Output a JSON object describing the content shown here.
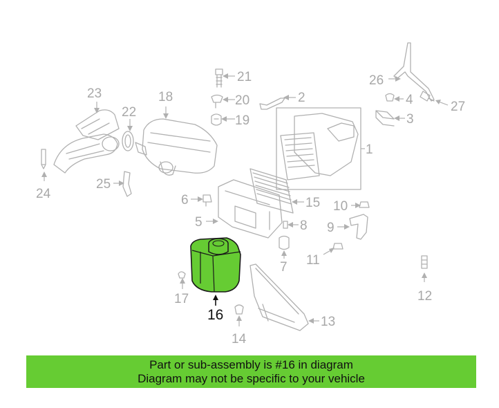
{
  "parts": [
    {
      "id": "p1",
      "label": "1"
    },
    {
      "id": "p2",
      "label": "2"
    },
    {
      "id": "p3",
      "label": "3"
    },
    {
      "id": "p4",
      "label": "4"
    },
    {
      "id": "p5",
      "label": "5"
    },
    {
      "id": "p6",
      "label": "6"
    },
    {
      "id": "p7",
      "label": "7"
    },
    {
      "id": "p8",
      "label": "8"
    },
    {
      "id": "p9",
      "label": "9"
    },
    {
      "id": "p10",
      "label": "10"
    },
    {
      "id": "p11",
      "label": "11"
    },
    {
      "id": "p12",
      "label": "12"
    },
    {
      "id": "p13",
      "label": "13"
    },
    {
      "id": "p14",
      "label": "14"
    },
    {
      "id": "p15",
      "label": "15"
    },
    {
      "id": "p16",
      "label": "16"
    },
    {
      "id": "p17",
      "label": "17"
    },
    {
      "id": "p18",
      "label": "18"
    },
    {
      "id": "p19",
      "label": "19"
    },
    {
      "id": "p20",
      "label": "20"
    },
    {
      "id": "p21",
      "label": "21"
    },
    {
      "id": "p22",
      "label": "22"
    },
    {
      "id": "p23",
      "label": "23"
    },
    {
      "id": "p24",
      "label": "24"
    },
    {
      "id": "p25",
      "label": "25"
    },
    {
      "id": "p26",
      "label": "26"
    },
    {
      "id": "p27",
      "label": "27"
    }
  ],
  "highlight": {
    "label": "16",
    "color": "#66cc33"
  },
  "banner": {
    "line1": "Part or sub-assembly is #16 in diagram",
    "line2": "Diagram may not be specific to your vehicle",
    "color": "#66cc33"
  }
}
